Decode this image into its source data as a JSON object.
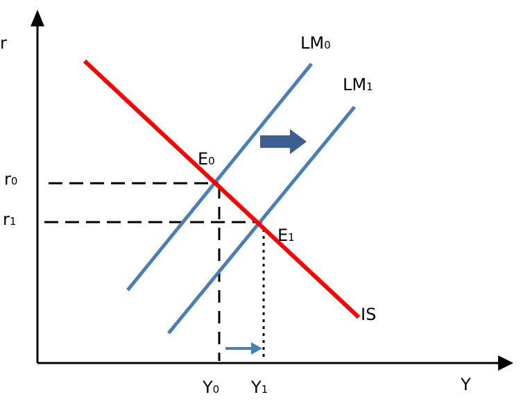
{
  "title": "IS-LM model: rightward shift of LM curve",
  "axes": {
    "y_label": "r",
    "x_label": "Y"
  },
  "curves": {
    "is": {
      "label": "IS",
      "color": "#ff0000"
    },
    "lm0": {
      "label": "LM",
      "subscript": "0",
      "color": "#4a7ebb"
    },
    "lm1": {
      "label": "LM",
      "subscript": "1",
      "color": "#4a7ebb"
    }
  },
  "equilibria": {
    "e0": {
      "label": "E",
      "subscript": "0"
    },
    "e1": {
      "label": "E",
      "subscript": "1"
    }
  },
  "ticks": {
    "r0": {
      "label": "r",
      "subscript": "0"
    },
    "r1": {
      "label": "r",
      "subscript": "1"
    },
    "y0": {
      "label": "Y",
      "subscript": "0"
    },
    "y1": {
      "label": "Y",
      "subscript": "1"
    }
  },
  "arrows": {
    "shift_color": "#3d5f8f",
    "output_color": "#4a7ebb"
  }
}
